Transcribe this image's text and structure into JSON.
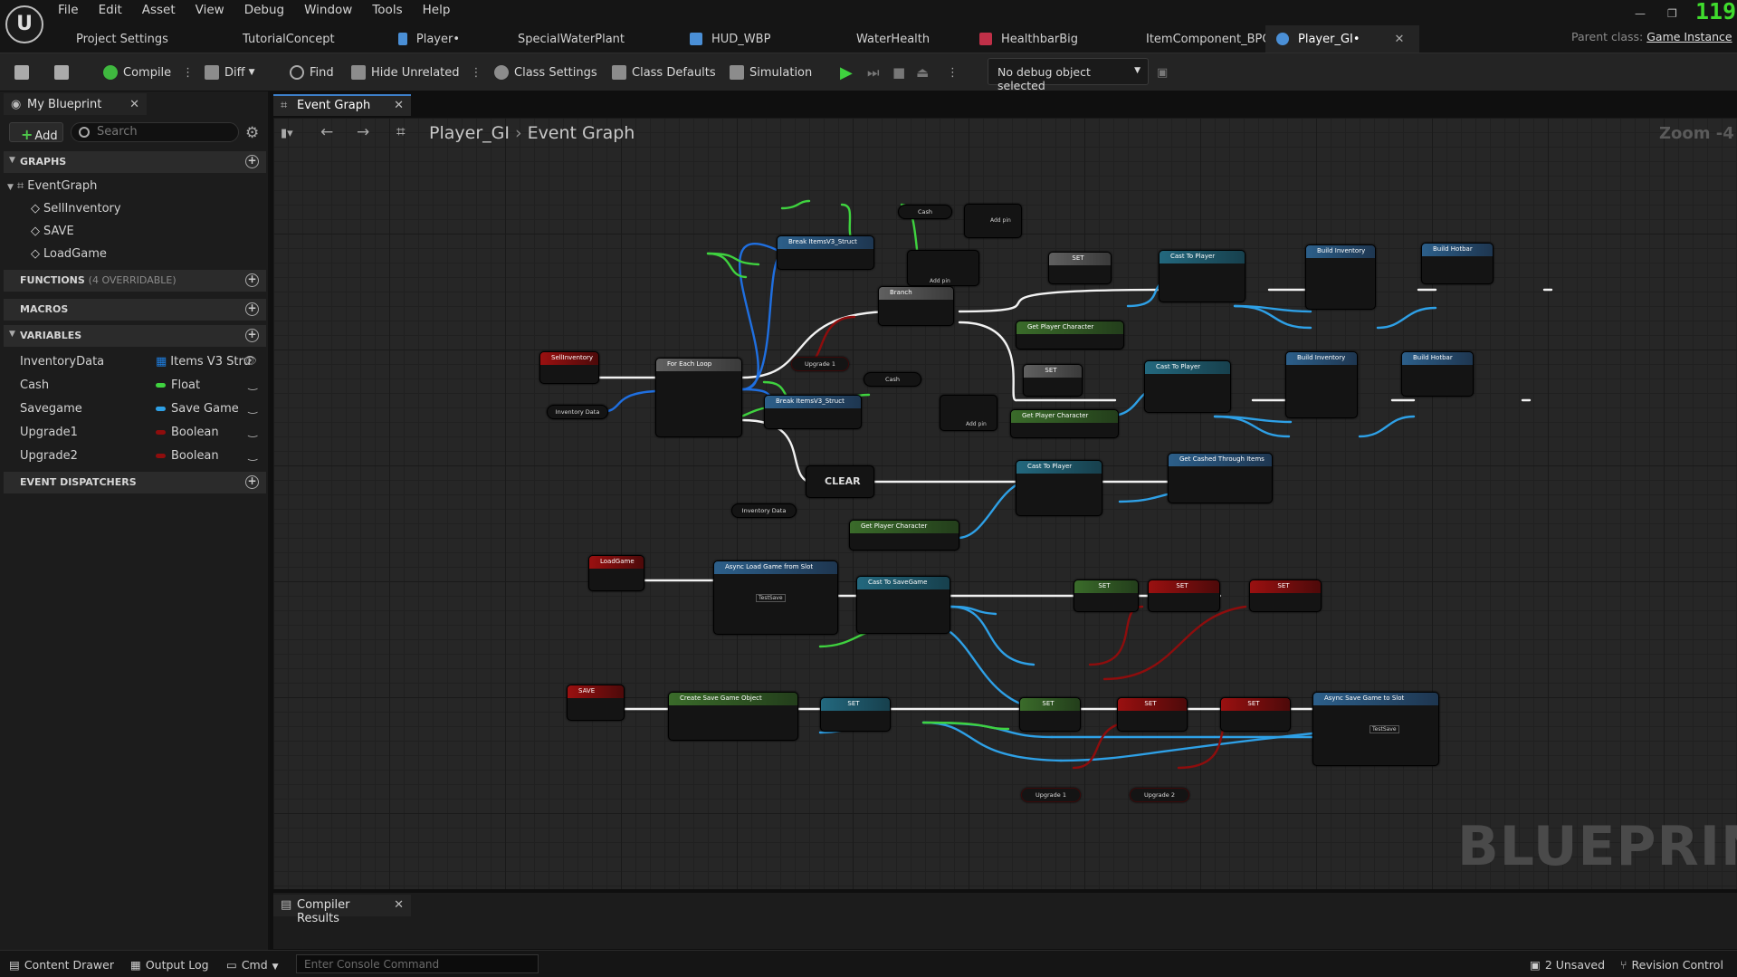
{
  "menu": [
    "File",
    "Edit",
    "Asset",
    "View",
    "Debug",
    "Window",
    "Tools",
    "Help"
  ],
  "fps": "119",
  "tabs": [
    {
      "label": "Project Settings",
      "color": "#9a9a9a"
    },
    {
      "label": "TutorialConcept",
      "color": "#e0a020"
    },
    {
      "label": "Player•",
      "color": "#4a8fd6"
    },
    {
      "label": "SpecialWaterPlant",
      "color": "#4a8fd6"
    },
    {
      "label": "HUD_WBP",
      "color": "#4a8fd6"
    },
    {
      "label": "WaterHealth",
      "color": "#c03048"
    },
    {
      "label": "HealthbarBig",
      "color": "#c03048"
    },
    {
      "label": "ItemComponent_BPC",
      "color": "#4a8fd6"
    },
    {
      "label": "Player_GI•",
      "color": "#4a8fd6"
    }
  ],
  "parent_class": {
    "label": "Parent class:",
    "value": "Game Instance"
  },
  "toolbar": {
    "compile": "Compile",
    "diff": "Diff",
    "find": "Find",
    "hide_unrelated": "Hide Unrelated",
    "class_settings": "Class Settings",
    "class_defaults": "Class Defaults",
    "simulation": "Simulation",
    "debug_object": "No debug object selected"
  },
  "left_panel": {
    "tab": "My Blueprint",
    "add": "Add",
    "search_placeholder": "Search",
    "graphs_header": "GRAPHS",
    "graphs": [
      "EventGraph",
      "SellInventory",
      "SAVE",
      "LoadGame"
    ],
    "functions_header": "FUNCTIONS",
    "functions_note": "(4 OVERRIDABLE)",
    "macros_header": "MACROS",
    "variables_header": "VARIABLES",
    "variables": [
      {
        "name": "InventoryData",
        "type": "Items V3 Stru",
        "color": "#1e7ee0"
      },
      {
        "name": "Cash",
        "type": "Float",
        "color": "#3fd23f"
      },
      {
        "name": "Savegame",
        "type": "Save Game",
        "color": "#2ea0e6"
      },
      {
        "name": "Upgrade1",
        "type": "Boolean",
        "color": "#8e0d0d"
      },
      {
        "name": "Upgrade2",
        "type": "Boolean",
        "color": "#8e0d0d"
      }
    ],
    "dispatchers_header": "EVENT DISPATCHERS"
  },
  "graph": {
    "tab": "Event Graph",
    "breadcrumb_root": "Player_GI",
    "breadcrumb_leaf": "Event Graph",
    "zoom": "Zoom -4",
    "watermark": "BLUEPRINT",
    "nodes": {
      "sell_event": "SellInventory",
      "for_each": "For Each Loop",
      "break_1": "Break ItemsV3_Struct",
      "break_2": "Break ItemsV3_Struct",
      "branch": "Branch",
      "upgrade1_get": "Upgrade 1",
      "cash_1": "Cash",
      "add_pin_1": "Add pin",
      "add_pin_2": "Add pin",
      "set_1": "SET",
      "cast_1": "Cast To Player",
      "build_inv_1": "Build Inventory",
      "build_hotbar_1": "Build Hotbar",
      "get_player_char_1": "Get Player Character",
      "set_2": "SET",
      "cast_2": "Cast To Player",
      "build_inv_2": "Build Inventory",
      "build_hotbar_2": "Build Hotbar",
      "cash_2": "Cash",
      "get_player_char_2": "Get Player Character",
      "inventory_data_1": "Inventory Data",
      "clear": "CLEAR",
      "inventory_data_2": "Inventory Data",
      "cast_3": "Cast To Player",
      "get_cash_through_items": "Get Cashed Through Items",
      "get_player_char_3": "Get Player Character",
      "load_event": "LoadGame",
      "async_load": "Async Load Game from Slot",
      "slot_name_1": "TestSave",
      "cast_savegame": "Cast To SaveGame",
      "set_cash_load": "SET",
      "set_up1_load": "SET",
      "set_up2_load": "SET",
      "save_event": "SAVE",
      "create_save": "Create Save Game Object",
      "set_savegame": "SET",
      "set_cash_save": "SET",
      "set_up1_save": "SET",
      "set_up2_save": "SET",
      "async_save": "Async Save Game to Slot",
      "slot_name_2": "TestSave",
      "upgrade1_save": "Upgrade 1",
      "upgrade2_save": "Upgrade 2"
    }
  },
  "compiler_tab": "Compiler Results",
  "statusbar": {
    "content_drawer": "Content Drawer",
    "output_log": "Output Log",
    "cmd": "Cmd",
    "console_placeholder": "Enter Console Command",
    "unsaved": "2 Unsaved",
    "revision": "Revision Control"
  }
}
